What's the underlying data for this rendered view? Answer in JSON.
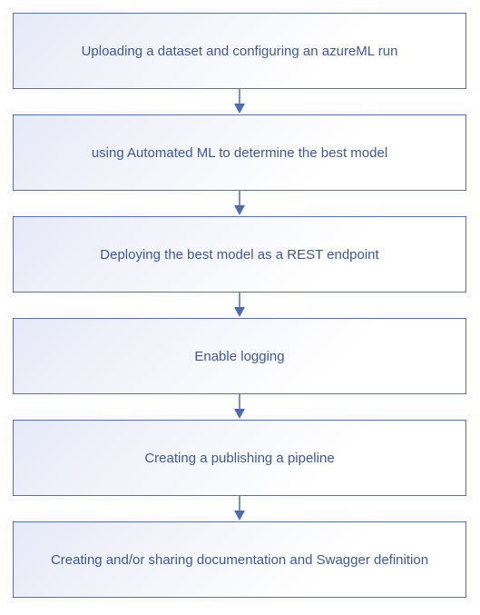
{
  "steps": [
    {
      "label": "Uploading a dataset and configuring an azureML run"
    },
    {
      "label": "using Automated ML to determine the best model"
    },
    {
      "label": "Deploying the best model as a REST endpoint"
    },
    {
      "label": "Enable logging"
    },
    {
      "label": "Creating a publishing a pipeline"
    },
    {
      "label": "Creating and/or sharing documentation and Swagger definition"
    }
  ],
  "colors": {
    "border": "#5b6fb8",
    "text": "#3a5a9c",
    "arrow": "#4f6bb0",
    "fill_start": "#e6e9f7"
  }
}
